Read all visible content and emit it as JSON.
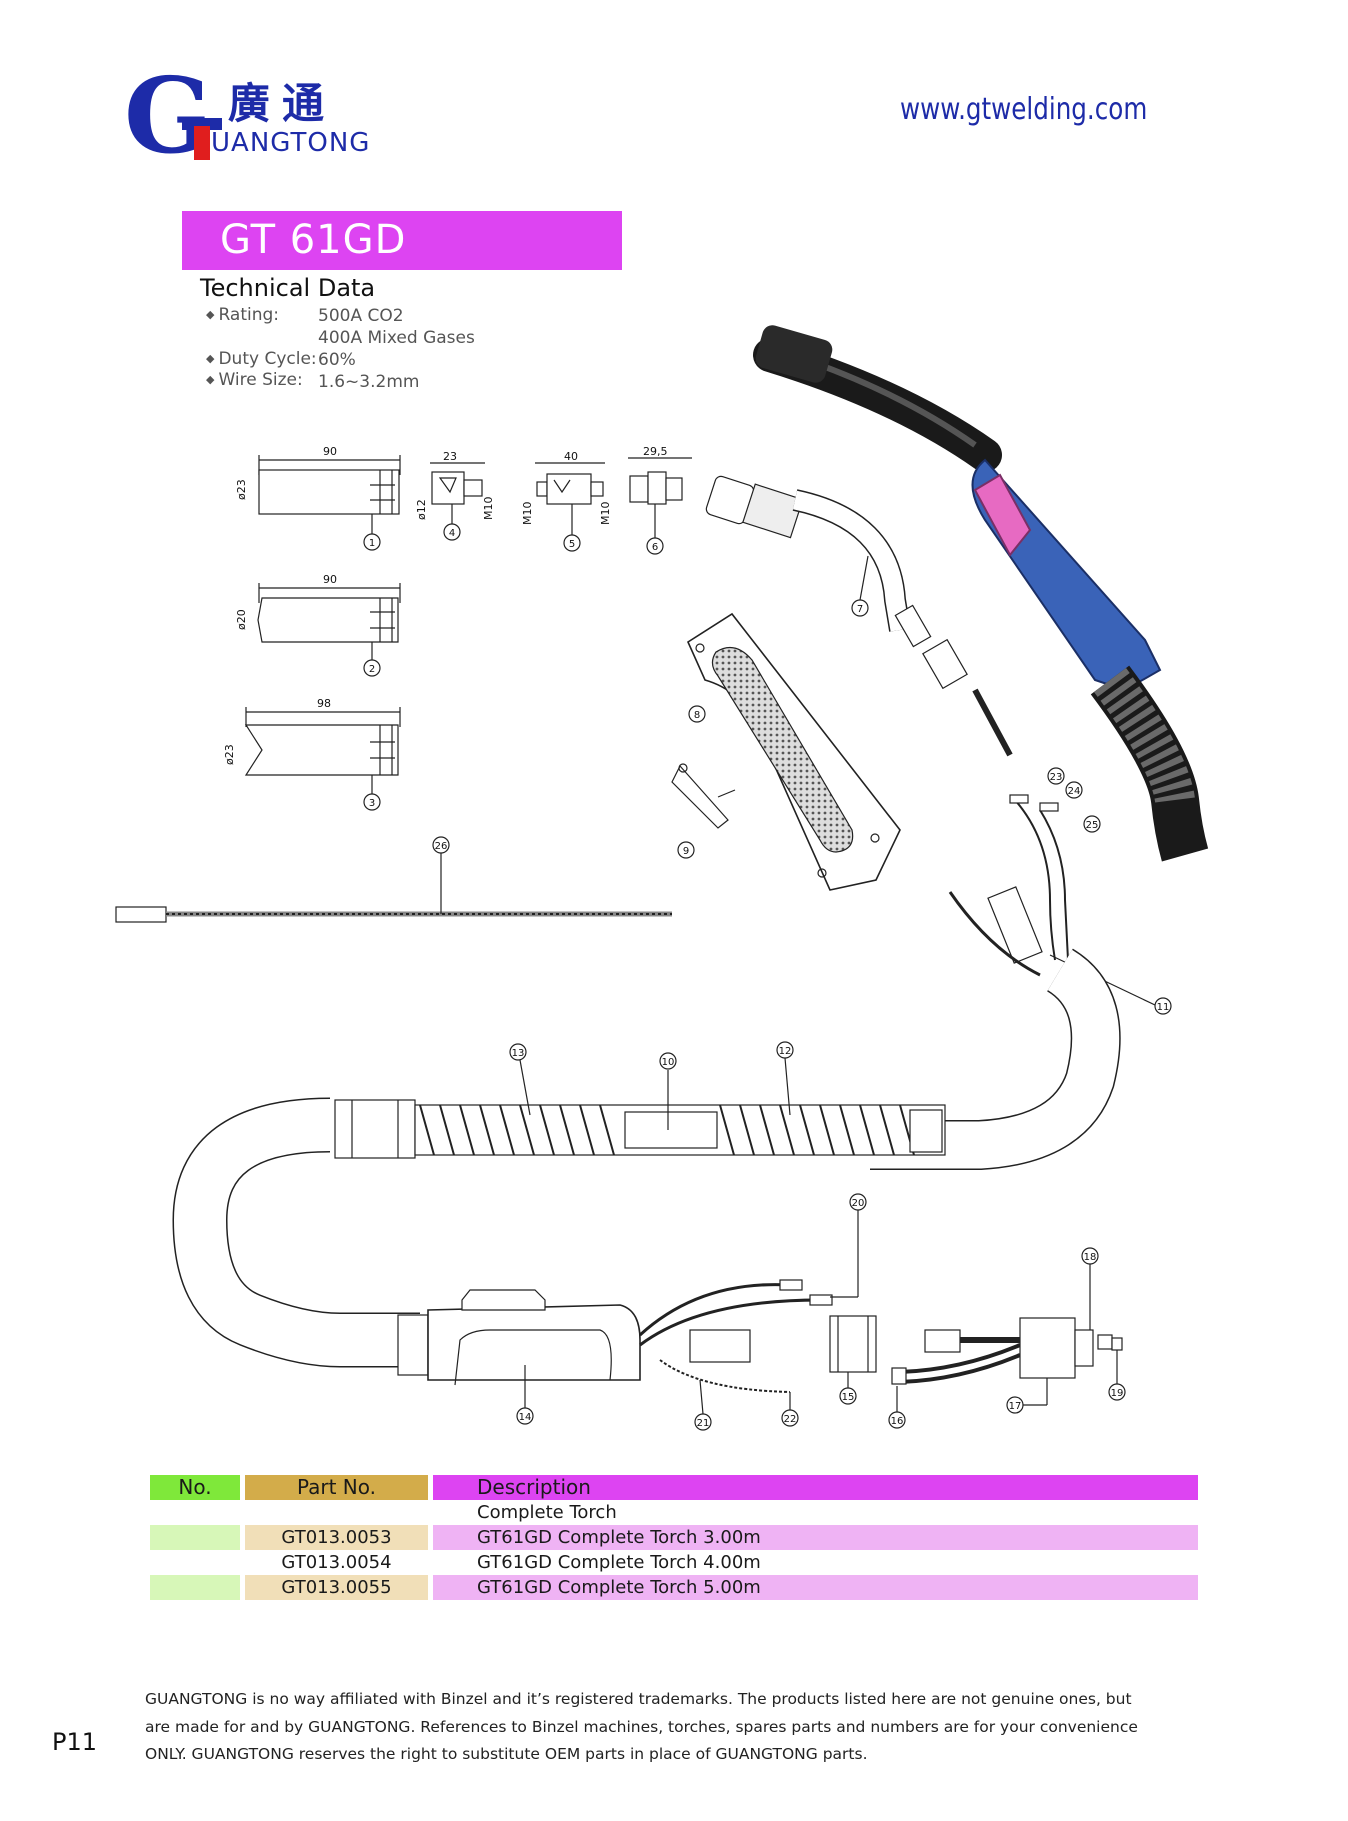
{
  "header": {
    "logo_cn": "廣通",
    "logo_en": "UANGTONG",
    "logo_letter": "G",
    "website": "www.gtwelding.com",
    "brand_color": "#1d2ba8"
  },
  "product": {
    "model": "GT 61GD",
    "banner_color": "#dd44f2",
    "technical_title": "Technical Data",
    "specs": [
      {
        "label": "Rating:",
        "values": [
          "500A CO2",
          "400A Mixed Gases"
        ]
      },
      {
        "label": "Duty Cycle:",
        "values": [
          "60%"
        ]
      },
      {
        "label": "Wire Size:",
        "values": [
          "1.6~3.2mm"
        ]
      }
    ]
  },
  "diagram": {
    "dimensions": {
      "p1_len": "90",
      "p1_dia": "ø23",
      "p2_len": "90",
      "p2_dia": "ø20",
      "p3_len": "98",
      "p3_dia": "ø23",
      "p4_len": "23",
      "p4_dia": "ø12",
      "p4_thread": "M10",
      "p5_len": "40",
      "p5_thread_l": "M10",
      "p5_thread_r": "M10",
      "p6_len": "29,5"
    },
    "callouts": [
      "1",
      "2",
      "3",
      "4",
      "5",
      "6",
      "7",
      "8",
      "9",
      "10",
      "11",
      "12",
      "13",
      "14",
      "15",
      "16",
      "17",
      "18",
      "19",
      "20",
      "21",
      "22",
      "23",
      "24",
      "25",
      "26"
    ],
    "torch_handle_color": "#3a63b8",
    "torch_switch_color": "#e76ac2"
  },
  "parts_table": {
    "headers": {
      "no": "No.",
      "part_no": "Part No.",
      "description": "Description"
    },
    "header_colors": {
      "no": "#7fe83a",
      "part_no": "#d3ac4a",
      "description": "#dd44f2"
    },
    "row_colors": {
      "no": "#d7f7b8",
      "part_no": "#f1dfb8",
      "description": "#efb3f4"
    },
    "group_title": "Complete Torch",
    "rows": [
      {
        "no": "",
        "part_no": "GT013.0053",
        "description": "GT61GD Complete Torch 3.00m"
      },
      {
        "no": "",
        "part_no": "GT013.0054",
        "description": "GT61GD Complete Torch 4.00m"
      },
      {
        "no": "",
        "part_no": "GT013.0055",
        "description": "GT61GD Complete Torch 5.00m"
      }
    ]
  },
  "footer": {
    "disclaimer_lines": [
      "GUANGTONG is no way affiliated with Binzel and it’s registered trademarks. The products listed here are not genuine ones, but",
      "are made for and by GUANGTONG. References to Binzel machines, torches, spares parts and numbers are for your convenience",
      "ONLY. GUANGTONG reserves the right to substitute OEM parts in place of GUANGTONG parts."
    ],
    "page_number": "P11"
  }
}
